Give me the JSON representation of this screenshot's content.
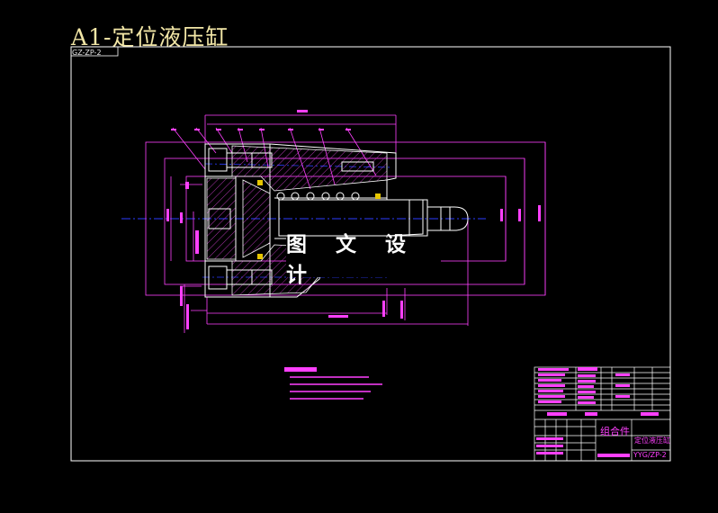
{
  "drawing": {
    "title": "A1-定位液压缸",
    "code_tag": "GZ-ZP-2",
    "watermark": "图 文 设 计"
  },
  "title_block": {
    "assembly_label": "组合件",
    "part_name": "定位液压缸",
    "drawing_number": "YYG/ZP-2"
  },
  "colors": {
    "background": "#000000",
    "frame": "#ffffff",
    "title": "#f2e6a6",
    "dimension": "#ff40ff",
    "part_outline": "#ffffff",
    "centerline": "#2b3cff",
    "seal": "#e6c600"
  }
}
